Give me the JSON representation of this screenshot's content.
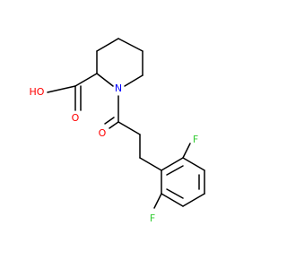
{
  "structure": {
    "atom_labels": {
      "hydroxyl": "HO",
      "carboxyl_carbonyl_oxygen": "O",
      "ring_nitrogen": "N",
      "acyl_carbonyl_oxygen": "O",
      "fluorine_top": "F",
      "fluorine_bottom": "F"
    },
    "colors": {
      "bond": "#000000",
      "oxygen": "#ff0000",
      "nitrogen": "#0000ff",
      "fluorine": "#33cc33"
    }
  }
}
